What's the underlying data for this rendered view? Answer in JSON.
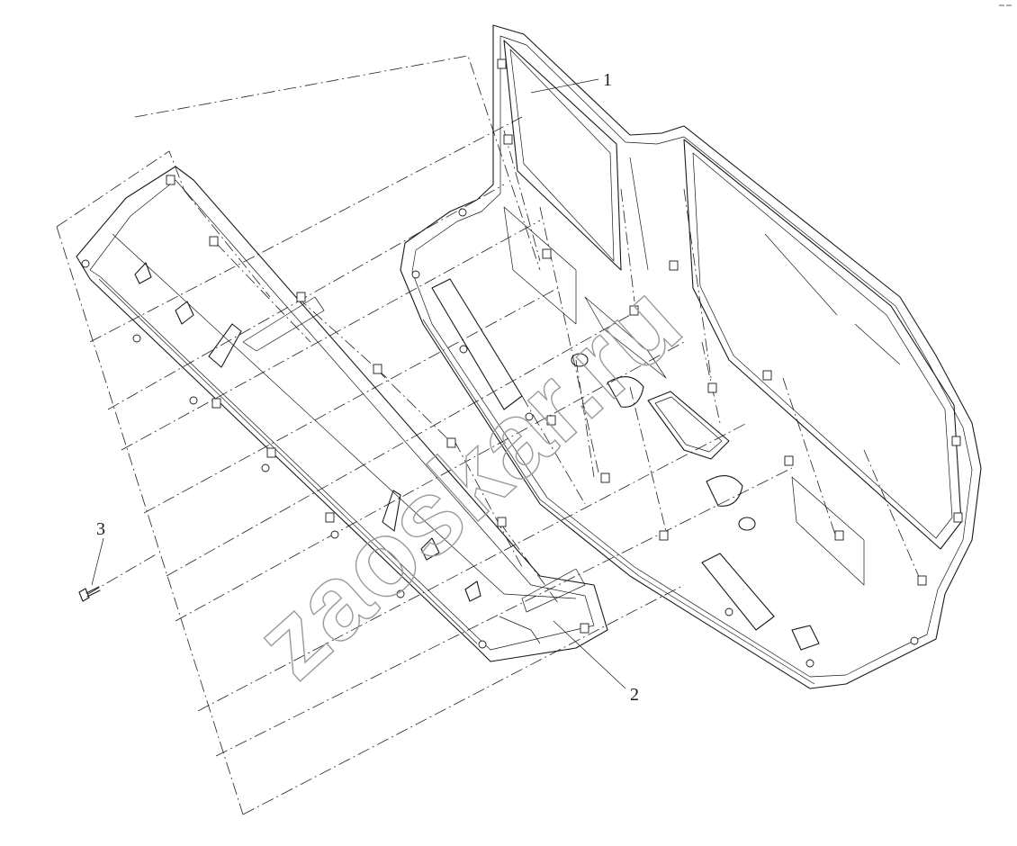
{
  "callouts": [
    {
      "id": "1",
      "label": "1"
    },
    {
      "id": "2",
      "label": "2"
    },
    {
      "id": "3",
      "label": "3"
    }
  ],
  "watermark": {
    "text": "zaoskar.ru"
  }
}
